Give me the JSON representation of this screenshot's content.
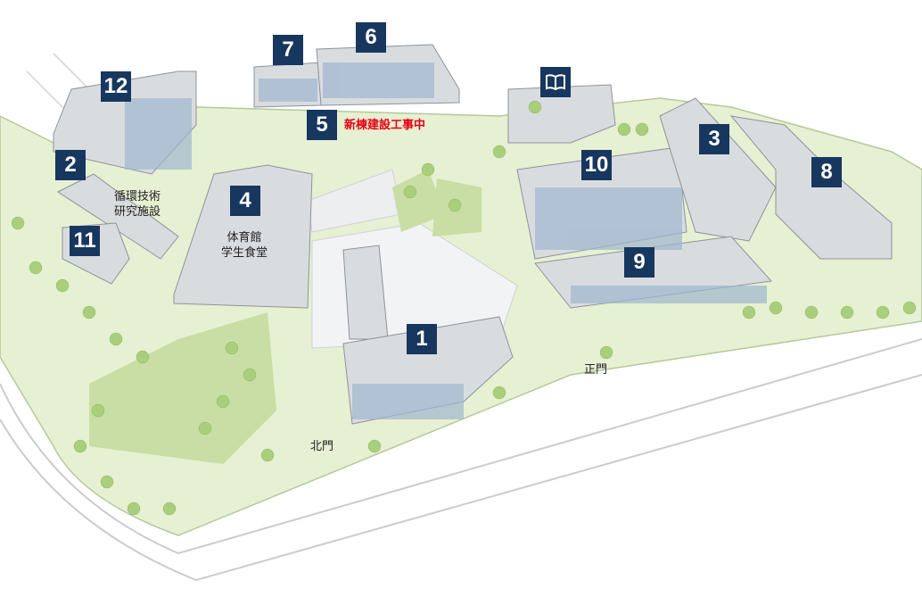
{
  "markers": [
    {
      "id": "7",
      "label": "7"
    },
    {
      "id": "6",
      "label": "6"
    },
    {
      "id": "12",
      "label": "12"
    },
    {
      "id": "library",
      "label": "library",
      "icon": "book-icon"
    },
    {
      "id": "5",
      "label": "5"
    },
    {
      "id": "3",
      "label": "3"
    },
    {
      "id": "10",
      "label": "10"
    },
    {
      "id": "8",
      "label": "8"
    },
    {
      "id": "2",
      "label": "2"
    },
    {
      "id": "4",
      "label": "4"
    },
    {
      "id": "11",
      "label": "11"
    },
    {
      "id": "9",
      "label": "9"
    },
    {
      "id": "1",
      "label": "1"
    }
  ],
  "labels": {
    "construction": "新棟建設工事中",
    "recycling_line1": "循環技術",
    "recycling_line2": "研究施設",
    "gym_line1": "体育館",
    "gym_line2": "学生食堂",
    "main_gate": "正門",
    "north_gate": "北門"
  },
  "colors": {
    "marker": "#17375e",
    "ground": "#e6f0d2",
    "building": "#d9dcdf",
    "construction_text": "#e60012"
  }
}
